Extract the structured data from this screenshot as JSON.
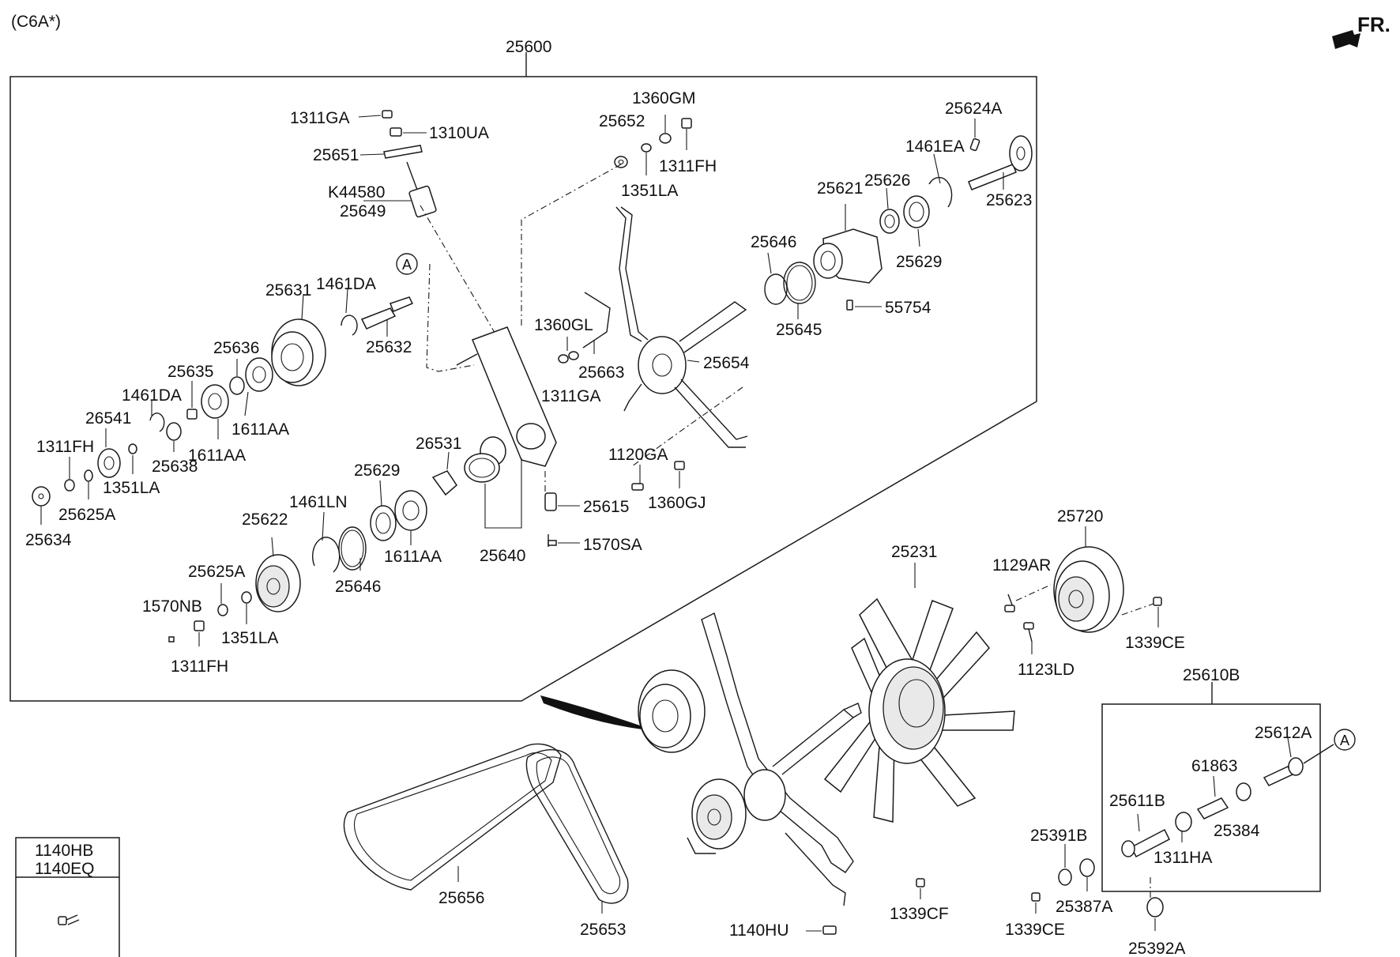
{
  "header": {
    "model_code": "(C6A*)",
    "direction": "FR."
  },
  "assemblies": {
    "main": "25600",
    "bracket": "25610B",
    "hardware_box": [
      "1140HB",
      "1140EQ"
    ]
  },
  "parts": {
    "p1311GA_a": "1311GA",
    "p1310UA": "1310UA",
    "p25651": "25651",
    "pK44580": "K44580",
    "p25649": "25649",
    "p25652": "25652",
    "p1360GM": "1360GM",
    "p1311FH_a": "1311FH",
    "p1351LA_a": "1351LA",
    "p25624A": "25624A",
    "p1461EA": "1461EA",
    "p25623": "25623",
    "p25621": "25621",
    "p25626": "25626",
    "p25629_a": "25629",
    "p25646_a": "25646",
    "p25645": "25645",
    "p55754": "55754",
    "p25631": "25631",
    "p1461DA_a": "1461DA",
    "p25632": "25632",
    "p1360GL": "1360GL",
    "p25663": "25663",
    "p1311GA_b": "1311GA",
    "p25654": "25654",
    "p25636": "25636",
    "p25635": "25635",
    "p1461DA_b": "1461DA",
    "p1611AA_a": "1611AA",
    "p26541": "26541",
    "p1611AA_b": "1611AA",
    "p1311FH_b": "1311FH",
    "p25638": "25638",
    "p1351LA_b": "1351LA",
    "p25625A_a": "25625A",
    "p25634": "25634",
    "p26531": "26531",
    "p25629_b": "25629",
    "p1461LN": "1461LN",
    "p1611AA_c": "1611AA",
    "p25640": "25640",
    "p25615": "25615",
    "p1570SA": "1570SA",
    "p1120GA": "1120GA",
    "p1360GJ": "1360GJ",
    "p25622": "25622",
    "p25646_b": "25646",
    "p25625A_b": "25625A",
    "p1570NB": "1570NB",
    "p1351LA_c": "1351LA",
    "p1311FH_c": "1311FH",
    "p25231": "25231",
    "p25720": "25720",
    "p1129AR": "1129AR",
    "p1123LD": "1123LD",
    "p1339CE_a": "1339CE",
    "p25612A": "25612A",
    "p61863": "61863",
    "p25611B": "25611B",
    "p25384": "25384",
    "p25391B": "25391B",
    "p1311HA": "1311HA",
    "p25387A": "25387A",
    "p1339CE_b": "1339CE",
    "p25392A": "25392A",
    "p25656": "25656",
    "p25653": "25653",
    "p1140HU": "1140HU",
    "p1339CF": "1339CF"
  },
  "markers": {
    "ref_a_main": "A",
    "ref_a_bracket": "A"
  }
}
